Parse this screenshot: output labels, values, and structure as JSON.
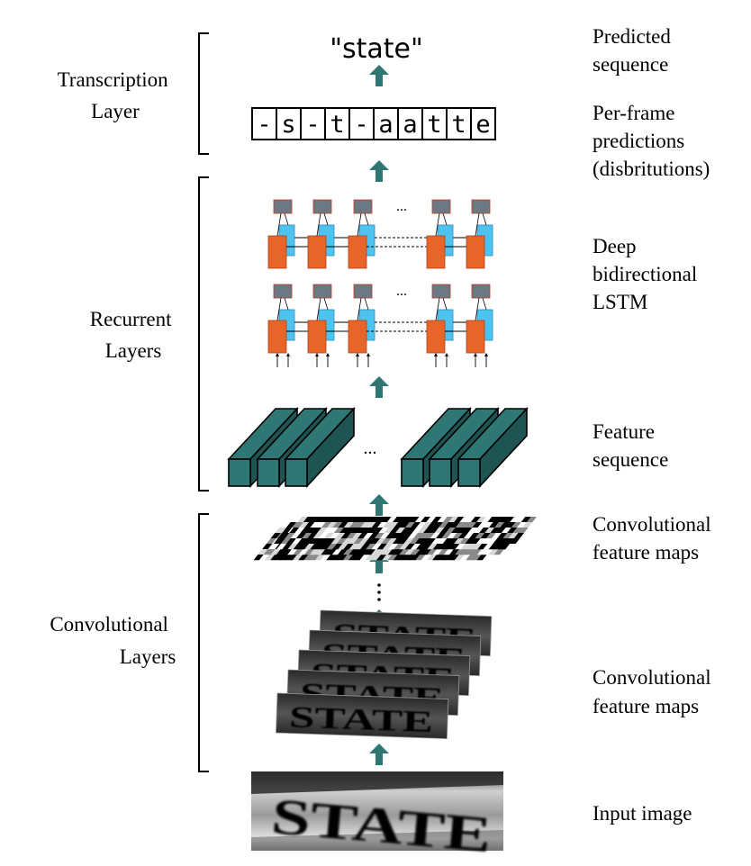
{
  "layer_labels": {
    "transcription": [
      "Transcription",
      "Layer"
    ],
    "recurrent": [
      "Recurrent",
      "Layers"
    ],
    "convolutional": [
      "Convolutional",
      "Layers"
    ]
  },
  "side_labels": {
    "predicted_sequence": [
      "Predicted",
      "sequence"
    ],
    "per_frame": [
      "Per-frame",
      "predictions",
      "(disbritutions)"
    ],
    "lstm": [
      "Deep",
      "bidirectional",
      "LSTM"
    ],
    "feature_sequence": [
      "Feature",
      "sequence"
    ],
    "conv_maps_top": [
      "Convolutional",
      "feature maps"
    ],
    "conv_maps_bottom": [
      "Convolutional",
      "feature maps"
    ],
    "input_image": [
      "Input image"
    ]
  },
  "predicted_text": "\"state\"",
  "per_frame_chars": [
    "-",
    "s",
    "-",
    "t",
    "-",
    "a",
    "a",
    "t",
    "t",
    "e"
  ],
  "input_image_text": "STATE",
  "feature_map_text": "STATE",
  "ellipsis": "...",
  "colors": {
    "teal": "#2e7775",
    "teal_dark": "#1e5452",
    "lstm_orange": "#e8652a",
    "lstm_blue": "#4fc3f0",
    "lstm_gray": "#6b7a82"
  }
}
